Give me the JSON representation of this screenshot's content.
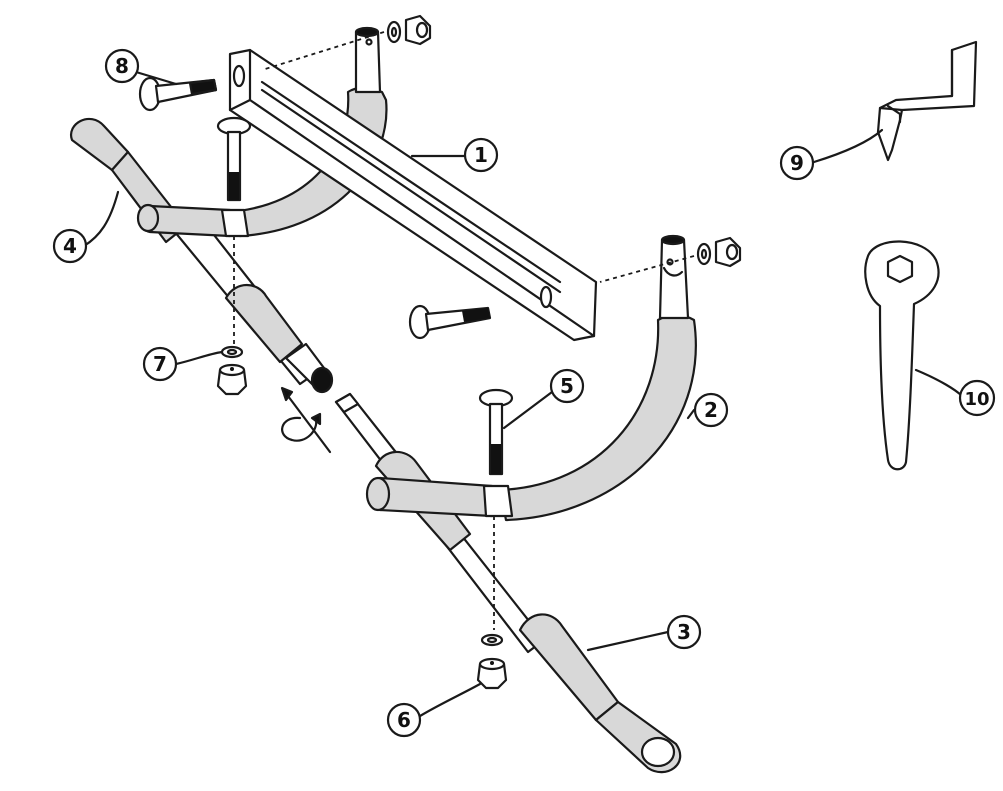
{
  "callouts": {
    "c1": "1",
    "c2": "2",
    "c3": "3",
    "c4": "4",
    "c5": "5",
    "c6": "6",
    "c7": "7",
    "c8": "8",
    "c9": "9",
    "c10": "10"
  },
  "colors": {
    "line": "#1a1a1a",
    "foam": "#d8d8d8",
    "background": "#ffffff"
  }
}
